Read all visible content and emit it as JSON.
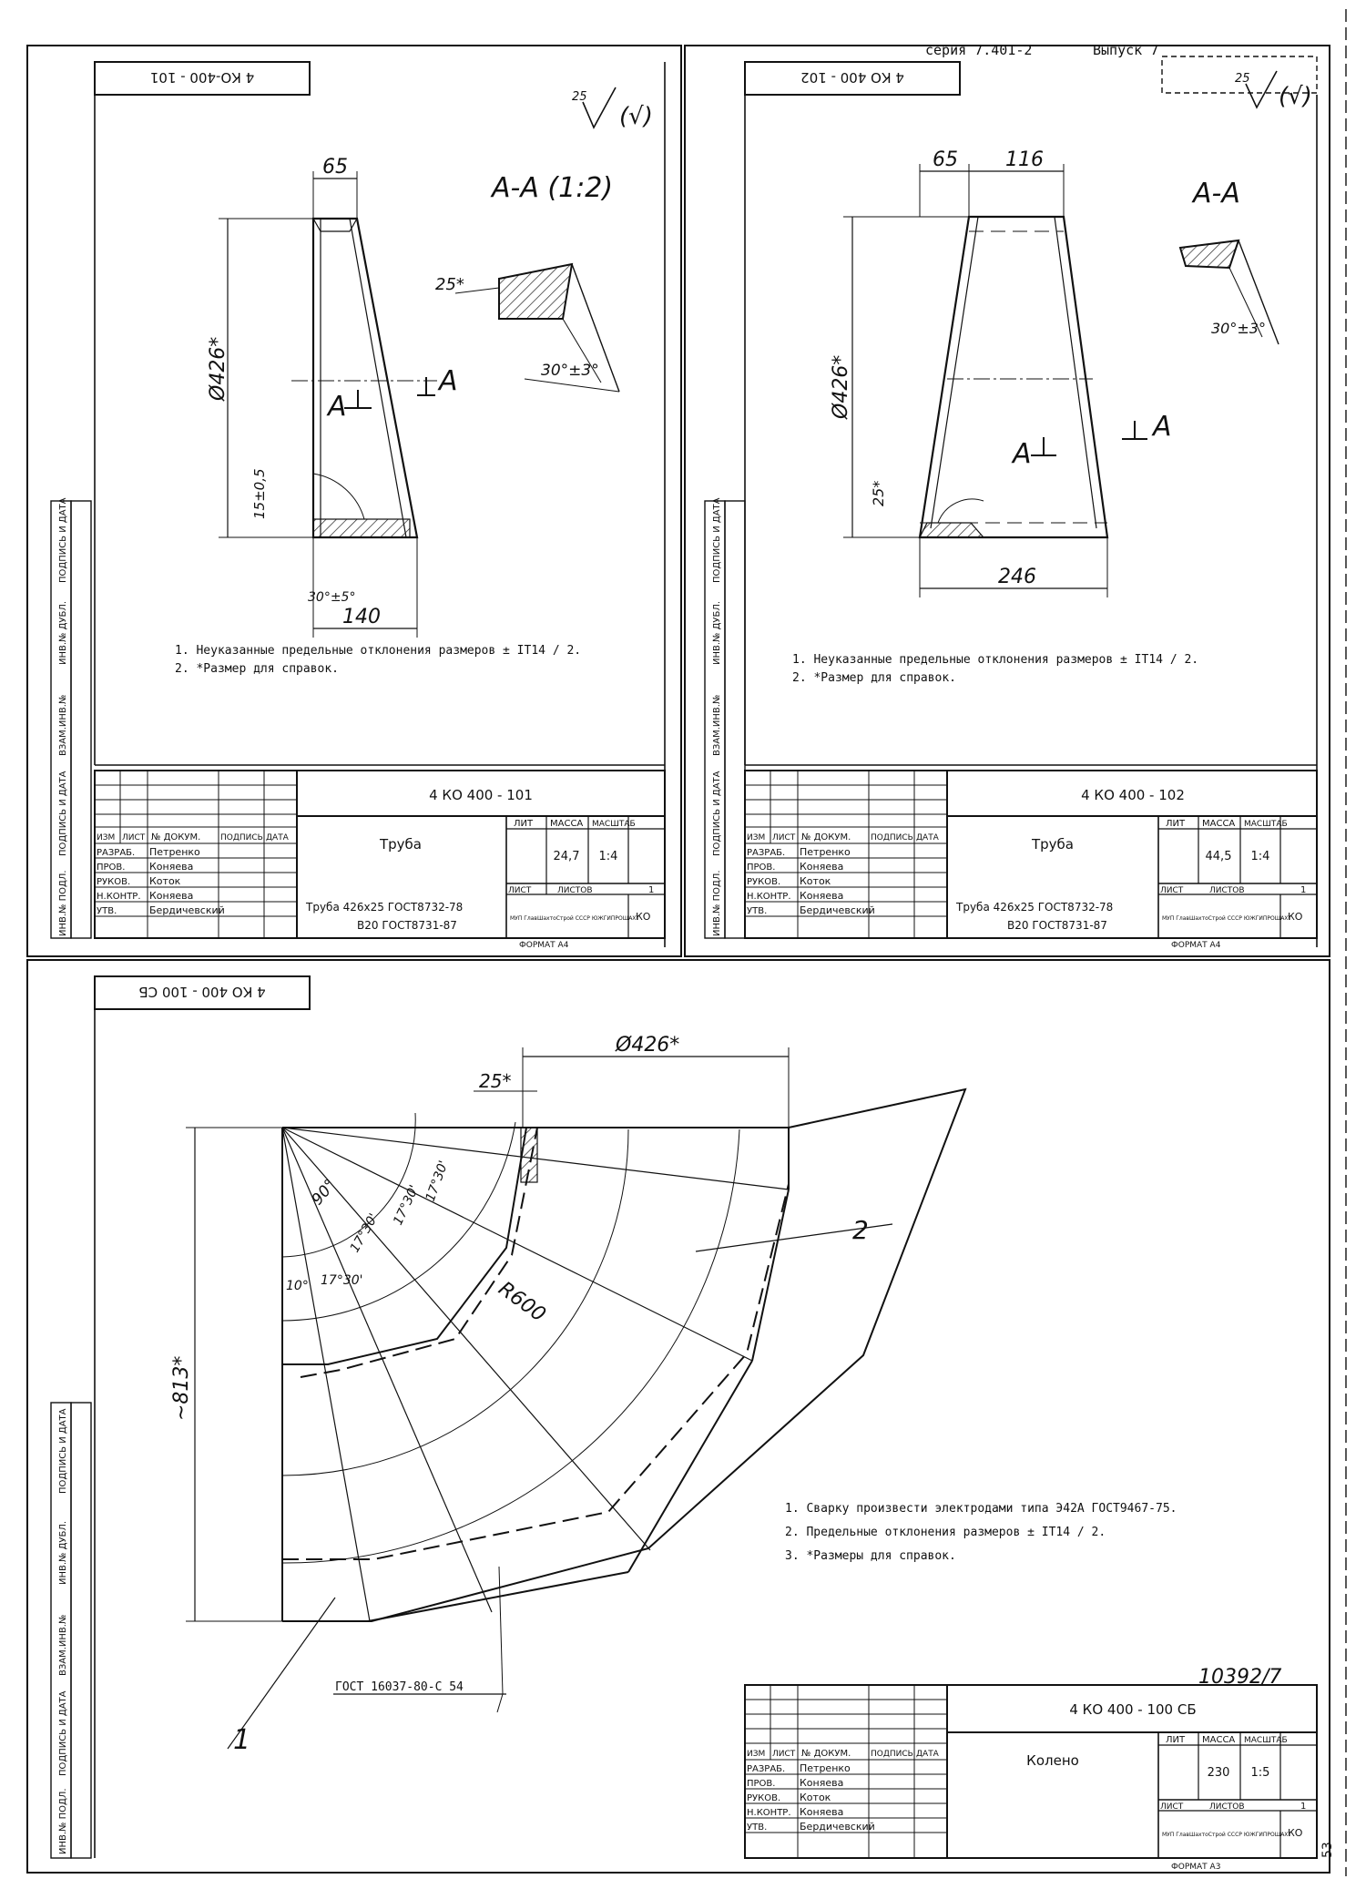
{
  "header": {
    "series": "серия 7.401-2",
    "issue": "Выпуск 7"
  },
  "roughness_mark": "25",
  "side_stamp_labels": [
    "ИНВ.№ ПОДЛ.",
    "ПОДПИСЬ И ДАТА",
    "ВЗАМ.ИНВ.№",
    "ИНВ.№ ДУБЛ.",
    "ПОДПИСЬ И ДАТА"
  ],
  "drawing1": {
    "code_box": "4 КО-400 - 101",
    "section_label": "A-A (1:2)",
    "section_marks": [
      "A",
      "A"
    ],
    "dims": {
      "top_width": "65",
      "bottom_width": "140",
      "diameter": "Ø426*",
      "wall_height": "15±0,5",
      "weld_chamfer": "25*",
      "angle_section": "30°±3°",
      "angle_bottom": "30°±5°"
    },
    "notes": [
      "1. Неуказанные предельные отклонения размеров ± IT14 / 2.",
      "2. *Размер для справок."
    ],
    "title_block": {
      "designation": "4 КО 400 - 101",
      "name": "Труба",
      "material_line1": "Труба 426х25 ГОСТ8732-78",
      "material_line2": "В20 ГОСТ8731-87",
      "mass": "24,7",
      "scale": "1:4",
      "sheets": "1",
      "org": "МУП ГлавШахтоСтрой СССР ЮЖГИПРОШАХТ",
      "org_code": "КО",
      "format": "ФОРМАТ А4"
    }
  },
  "drawing2": {
    "code_box": "4 КО 400 - 102",
    "section_label": "A-A",
    "section_marks": [
      "A",
      "A"
    ],
    "dims": {
      "top_left": "65",
      "top_right": "116",
      "diameter": "Ø426*",
      "weld_chamfer": "25*",
      "bottom_width": "246",
      "angle_section": "30°±3°"
    },
    "notes": [
      "1. Неуказанные предельные отклонения размеров ± IT14 / 2.",
      "2. *Размер для справок."
    ],
    "title_block": {
      "designation": "4 КО 400 - 102",
      "name": "Труба",
      "material_line1": "Труба 426х25 ГОСТ8732-78",
      "material_line2": "В20 ГОСТ8731-87",
      "mass": "44,5",
      "scale": "1:4",
      "sheets": "1",
      "org": "МУП ГлавШахтоСтрой СССР ЮЖГИПРОШАХТ",
      "org_code": "КО",
      "format": "ФОРМАТ А4"
    }
  },
  "drawing3": {
    "code_box": "4 КО 400 - 100 СБ",
    "dims": {
      "diameter": "Ø426*",
      "chamfer": "25*",
      "radius": "R600",
      "height": "~813*",
      "angle_90": "90°",
      "angles": [
        "10°",
        "17°30'",
        "17°30'",
        "17°30'",
        "17°30'"
      ]
    },
    "callouts": [
      "1",
      "2"
    ],
    "weld_note": "ГОСТ 16037-80-С 54",
    "notes": [
      "1. Сварку произвести электродами типа Э42А ГОСТ9467-75.",
      "2. Предельные отклонения размеров ± IT14 / 2.",
      "3. *Размеры для справок."
    ],
    "archive_number": "10392/7",
    "title_block": {
      "designation": "4 КО 400 - 100 СБ",
      "name": "Колено",
      "mass": "230",
      "scale": "1:5",
      "sheets": "1",
      "org": "МУП ГлавШахтоСтрой СССР ЮЖГИПРОШАХТ",
      "org_code": "КО",
      "format": "ФОРМАТ А3",
      "corner": "53"
    }
  },
  "title_block_fields": {
    "headers": [
      "ИЗМ",
      "ЛИСТ",
      "№ ДОКУМ.",
      "ПОДПИСЬ",
      "ДАТА"
    ],
    "rows": [
      {
        "role": "РАЗРАБ.",
        "person": "Петренко"
      },
      {
        "role": "ПРОВ.",
        "person": "Коняева"
      },
      {
        "role": "РУКОВ.",
        "person": "Коток"
      },
      {
        "role": "Н.КОНТР.",
        "person": "Коняева"
      },
      {
        "role": "УТВ.",
        "person": "Бердичевский"
      }
    ],
    "lit": "ЛИТ",
    "mass_label": "МАССА",
    "scale_label": "МАСШТАБ",
    "sheet_label": "ЛИСТ",
    "sheets_label": "ЛИСТОВ"
  }
}
